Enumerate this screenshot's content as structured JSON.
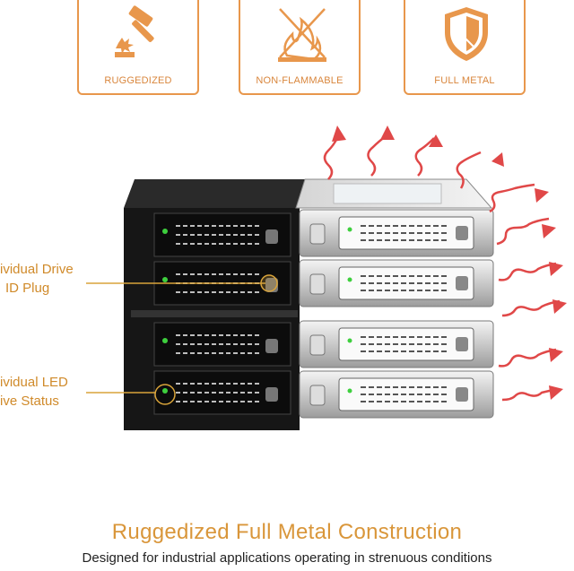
{
  "badges": [
    {
      "label": "RUGGEDIZED",
      "icon": "hammer-icon"
    },
    {
      "label": "NON-FLAMMABLE",
      "icon": "no-fire-icon"
    },
    {
      "label": "FULL METAL",
      "icon": "shield-icon"
    }
  ],
  "callouts": {
    "drive_plug": {
      "line1": "ividual Drive",
      "line2": "ID Plug"
    },
    "led_status": {
      "line1": "ividual LED",
      "line2": "ive Status"
    }
  },
  "heading": "Ruggedized Full Metal Construction",
  "subheading": "Designed for industrial applications operating in strenuous conditions",
  "colors": {
    "accent": "#e8974c",
    "heat_arrow": "#e04848",
    "led": "#3ecf3e"
  }
}
